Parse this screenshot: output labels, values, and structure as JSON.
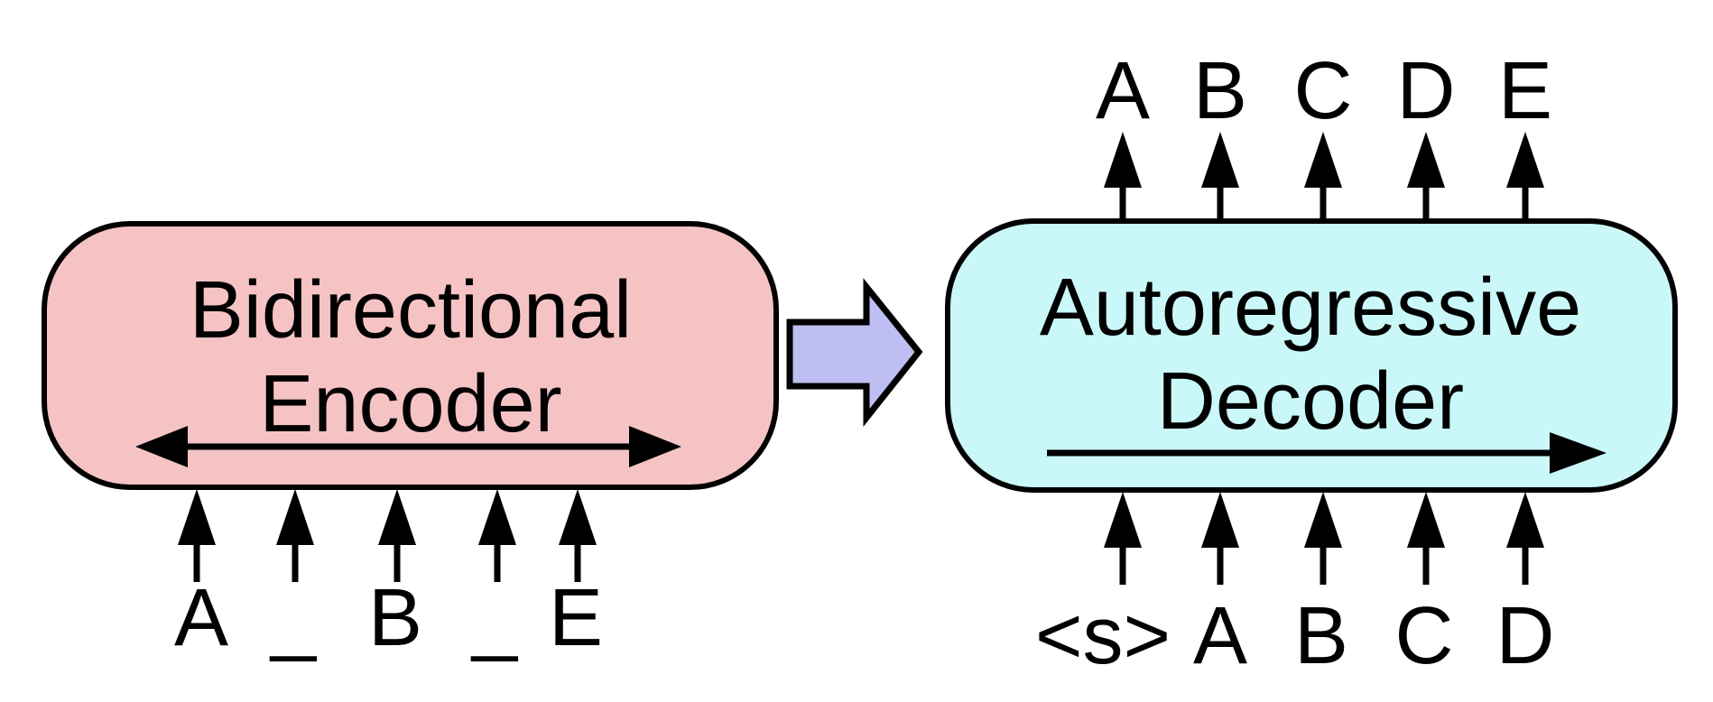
{
  "figure": {
    "encoder": {
      "label": [
        "Bidirectional",
        "Encoder"
      ],
      "inputs": [
        "A",
        "_",
        "B",
        "_",
        "E"
      ],
      "fill_color": "#F6C3C5"
    },
    "connector": {
      "fill_color": "#BFBEF2"
    },
    "decoder": {
      "label": [
        "Autoregressive",
        "Decoder"
      ],
      "outputs": [
        "A",
        "B",
        "C",
        "D",
        "E"
      ],
      "inputs": [
        "<s>",
        "A",
        "B",
        "C",
        "D"
      ],
      "fill_color": "#CAF8F8"
    },
    "stroke_color": "#000000"
  }
}
